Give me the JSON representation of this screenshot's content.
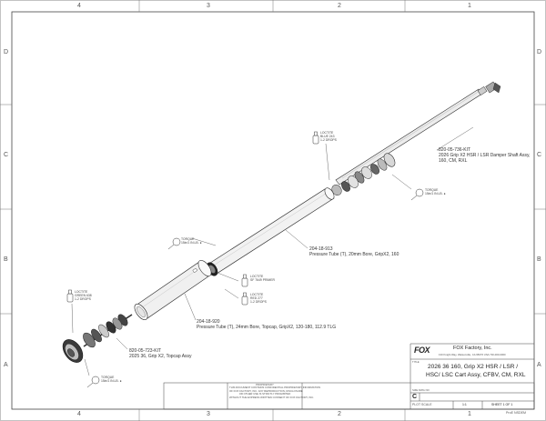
{
  "border": {
    "columns_top": [
      "4",
      "3",
      "2",
      "1"
    ],
    "columns_bottom": [
      "4",
      "3",
      "2",
      "1"
    ],
    "rows_left": [
      "D",
      "C",
      "B",
      "A"
    ],
    "rows_right": [
      "D",
      "C",
      "B",
      "A"
    ]
  },
  "callouts": {
    "damper_shaft": {
      "part": "820-05-736-KIT",
      "desc1": "2026 Grip X2 HSR / LSR Damper Shaft Assy,",
      "desc2": "160, CM, RXL"
    },
    "pressure_tube_20": {
      "part": "204-18-913",
      "desc1": "Pressure Tube (T), 20mm Bore, GripX2, 160"
    },
    "pressure_tube_24": {
      "part": "204-18-920",
      "desc1": "Pressure Tube (T), 24mm Bore, Topcap, GripX2, 120-180, 112.9 TLG"
    },
    "topcap": {
      "part": "820-05-723-KIT",
      "desc1": "2025 36, Grip X2, Topcap Assy"
    }
  },
  "tags": {
    "loctite_top": [
      "LOCTITE",
      "BLUE 243",
      "1-2 DROPS"
    ],
    "torque_top": [
      "TORQUE",
      "15in/1 IN.LB. ●"
    ],
    "torque_mid": [
      "TORQUE",
      "15in/1 IN.LB. ●"
    ],
    "loctite_primer": [
      "LOCTITE",
      "SF 7649 PRIMER"
    ],
    "loctite_red": [
      "LOCTITE",
      "RED 277",
      "1-2 DROPS"
    ],
    "loctite_green": [
      "LOCTITE",
      "GREEN 638",
      "1-2 DROPS"
    ],
    "torque_bottom": [
      "TORQUE",
      "15in/1 IN.LB. ●"
    ]
  },
  "title_block": {
    "proprietary": [
      "PROPRIETARY",
      "THIS DOCUMENT CONTAINS CONFIDENTIAL PROPRIETARY INFORMATION",
      "OF FOX FACTORY, INC. ANY REPRODUCTION, DISCLOSURE",
      "OR OTHER USE IS STRICTLY PROHIBITED",
      "WITHOUT THE EXPRESS WRITTEN CONSENT OF FOX FACTORY, INC."
    ],
    "logo": "FOX",
    "company": "FOX Factory, Inc.",
    "address": "130 Knight Way, Watsonville, CA 95076 USA  730-000-0000",
    "title_label": "TITLE",
    "title1": "2026 36 160, Grip X2 HSR / LSR /",
    "title2": "HSC/ LSC Cart Assy, CFBV, CM, RXL",
    "size_label": "SIZE DWG NO",
    "size": "C",
    "plot_scale_label": "PLOT SCALE",
    "plot_scale": "1:1",
    "sheet": "SHEET 1 OF 1",
    "footer": "ProE  NSDEM"
  },
  "colors": {
    "line": "#333333",
    "frame": "#444444",
    "shade": "#9a9a9a",
    "dark": "#2a2a2a"
  }
}
